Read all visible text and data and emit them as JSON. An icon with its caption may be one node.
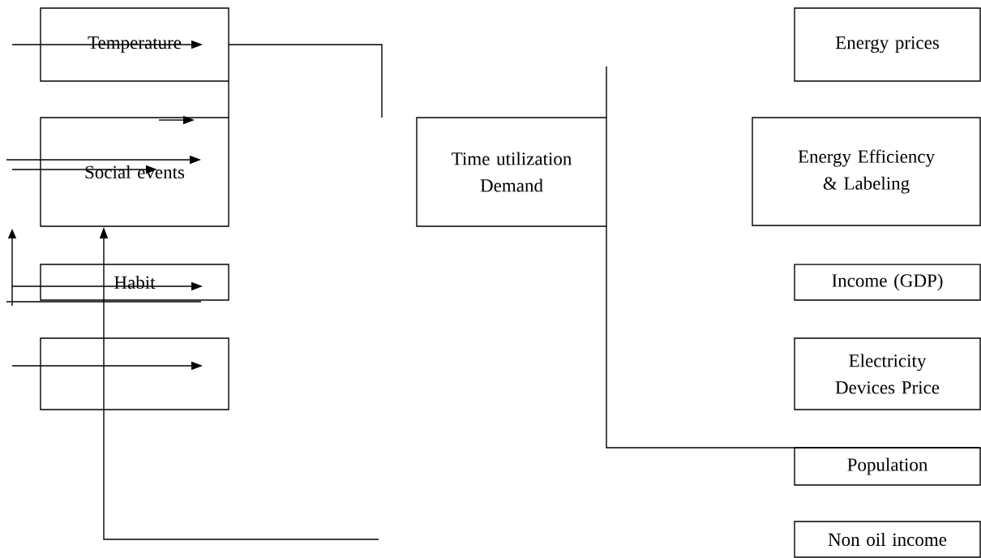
{
  "diagram": {
    "nodes": [
      {
        "text": [
          "Temperature"
        ]
      },
      {
        "text": [
          "Social events"
        ]
      },
      {
        "text": [
          "Habit"
        ]
      },
      {
        "text": [],
        "shape": "box"
      },
      {
        "text": [
          "Time utilization Demand"
        ]
      },
      {
        "text": [
          "Energy prices"
        ]
      },
      {
        "text": [
          "Energy Efficiency & Labeling"
        ]
      },
      {
        "text": [
          "Income (GDP)"
        ]
      },
      {
        "text": [
          "Electricity Devices Price"
        ]
      },
      {
        "text": [
          "Population"
        ]
      },
      {
        "text": [
          "Non oil income"
        ]
      }
    ],
    "edges": [
      {
        "from": null,
        "to": 0,
        "arrow": "to"
      },
      {
        "from": null,
        "to": 1,
        "arrow": "to"
      },
      {
        "from": null,
        "to": 1,
        "arrow": "to"
      },
      {
        "from": null,
        "to": 2,
        "arrow": "to"
      },
      {
        "from": null,
        "to": 3,
        "arrow": "to"
      },
      {
        "from": null,
        "to": 1,
        "arrow": "to"
      },
      {
        "from": 0,
        "to": null,
        "arrow": "none"
      },
      {
        "from": 0,
        "to": 1,
        "arrow": "none"
      },
      {
        "from": 4,
        "to": 9,
        "arrow": "none"
      }
    ]
  }
}
